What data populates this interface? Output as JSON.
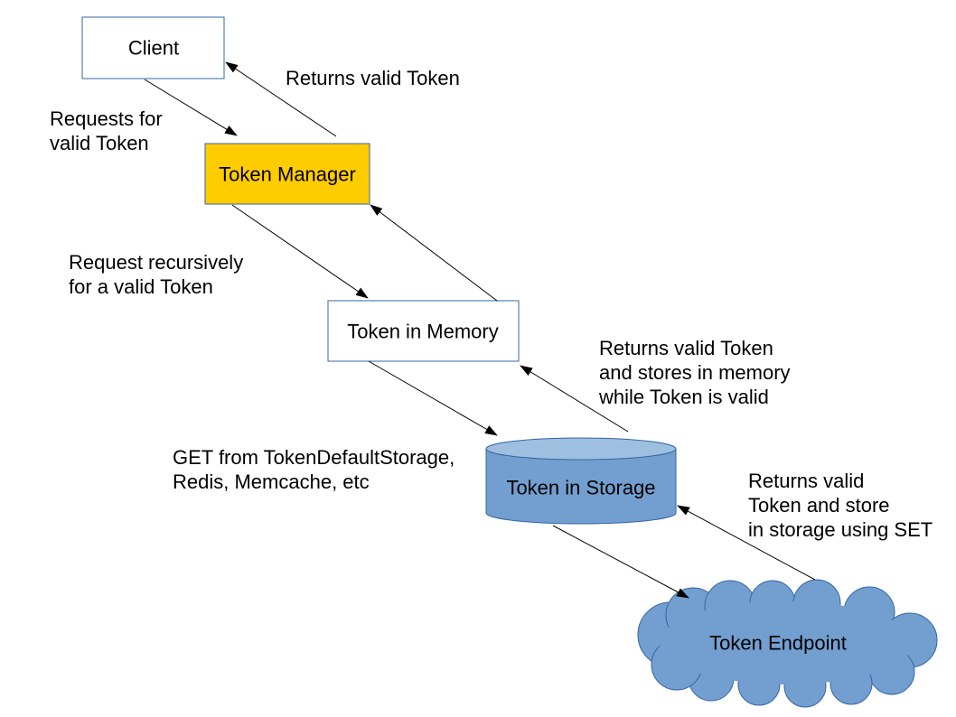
{
  "colors": {
    "box_fill": "#ffffff",
    "box_border": "#3465a4",
    "highlight_fill": "#ffcc00",
    "storage_fill": "#729fcf",
    "storage_border": "#3465a4",
    "arrow": "#000000"
  },
  "nodes": {
    "client": "Client",
    "token_manager": "Token Manager",
    "token_in_memory": "Token in Memory",
    "token_in_storage": "Token in Storage",
    "token_endpoint": "Token Endpoint"
  },
  "edges": {
    "requests_valid_token": [
      "Requests for",
      "valid Token"
    ],
    "returns_valid_token": [
      "Returns valid Token"
    ],
    "request_recursively": [
      "Request recursively",
      "for a valid Token"
    ],
    "returns_and_stores_memory": [
      "Returns valid Token",
      "and stores in memory",
      "while Token is valid"
    ],
    "get_from_storage": [
      "GET from TokenDefaultStorage,",
      "Redis, Memcache, etc"
    ],
    "returns_and_store_set": [
      "Returns valid",
      "Token and store",
      "in storage using SET"
    ]
  }
}
